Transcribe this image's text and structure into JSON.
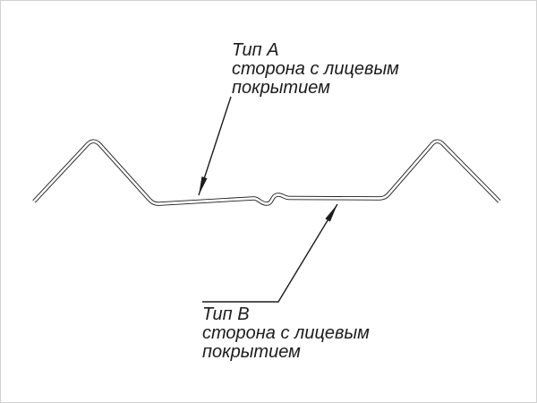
{
  "drawing": {
    "annotation_a": {
      "title": "Тип А",
      "line1": "сторона с лицевым",
      "line2": "покрытием"
    },
    "annotation_b": {
      "title": "Тип В",
      "line1": "сторона с лицевым",
      "line2": "покрытием"
    },
    "colors": {
      "stroke": "#1c1c1c",
      "background": "#ffffff"
    }
  }
}
